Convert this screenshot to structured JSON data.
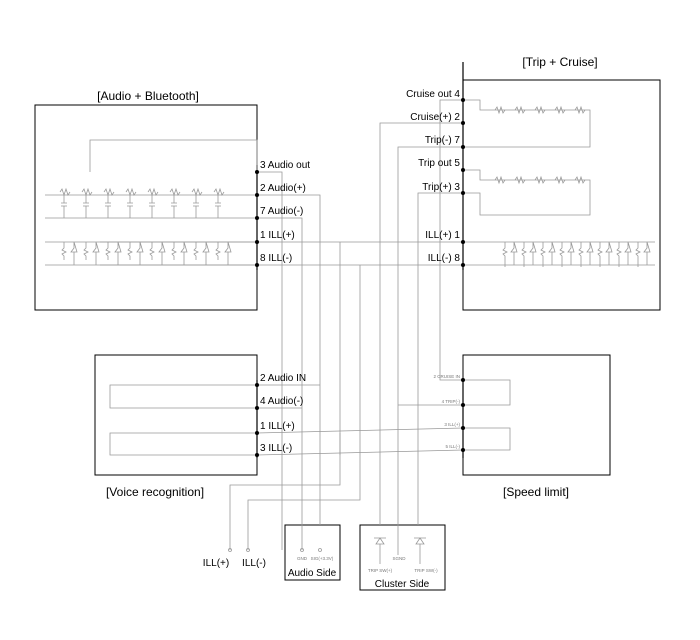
{
  "modules": {
    "audio": {
      "title": "[Audio + Bluetooth]",
      "pins": [
        "3 Audio out",
        "2 Audio(+)",
        "7 Audio(-)",
        "1 ILL(+)",
        "8 ILL(-)"
      ]
    },
    "trip": {
      "title": "[Trip + Cruise]",
      "pins": [
        "Cruise out 4",
        "Cruise(+) 2",
        "Trip(-) 7",
        "Trip out 5",
        "Trip(+) 3",
        "ILL(+) 1",
        "ILL(-) 8"
      ]
    },
    "voice": {
      "title": "[Voice recognition]",
      "pins": [
        "2 Audio IN",
        "4 Audio(-)",
        "1 ILL(+)",
        "3 ILL(-)"
      ]
    },
    "speed": {
      "title": "[Speed limit]",
      "pins": [
        "2 CRUISE IN",
        "4 TRIP(-)",
        "3 ILL(+)",
        "5 ILL(-)"
      ]
    },
    "audio_side": {
      "title": "Audio Side",
      "pins": [
        "GND",
        "SIG(+3.3V)"
      ]
    },
    "cluster_side": {
      "title": "Cluster Side",
      "pins": [
        "TRIP SW(+)",
        "TRIP SW(-)",
        "SGND"
      ]
    }
  },
  "ill_terminals": [
    "ILL(+)",
    "ILL(-)"
  ]
}
